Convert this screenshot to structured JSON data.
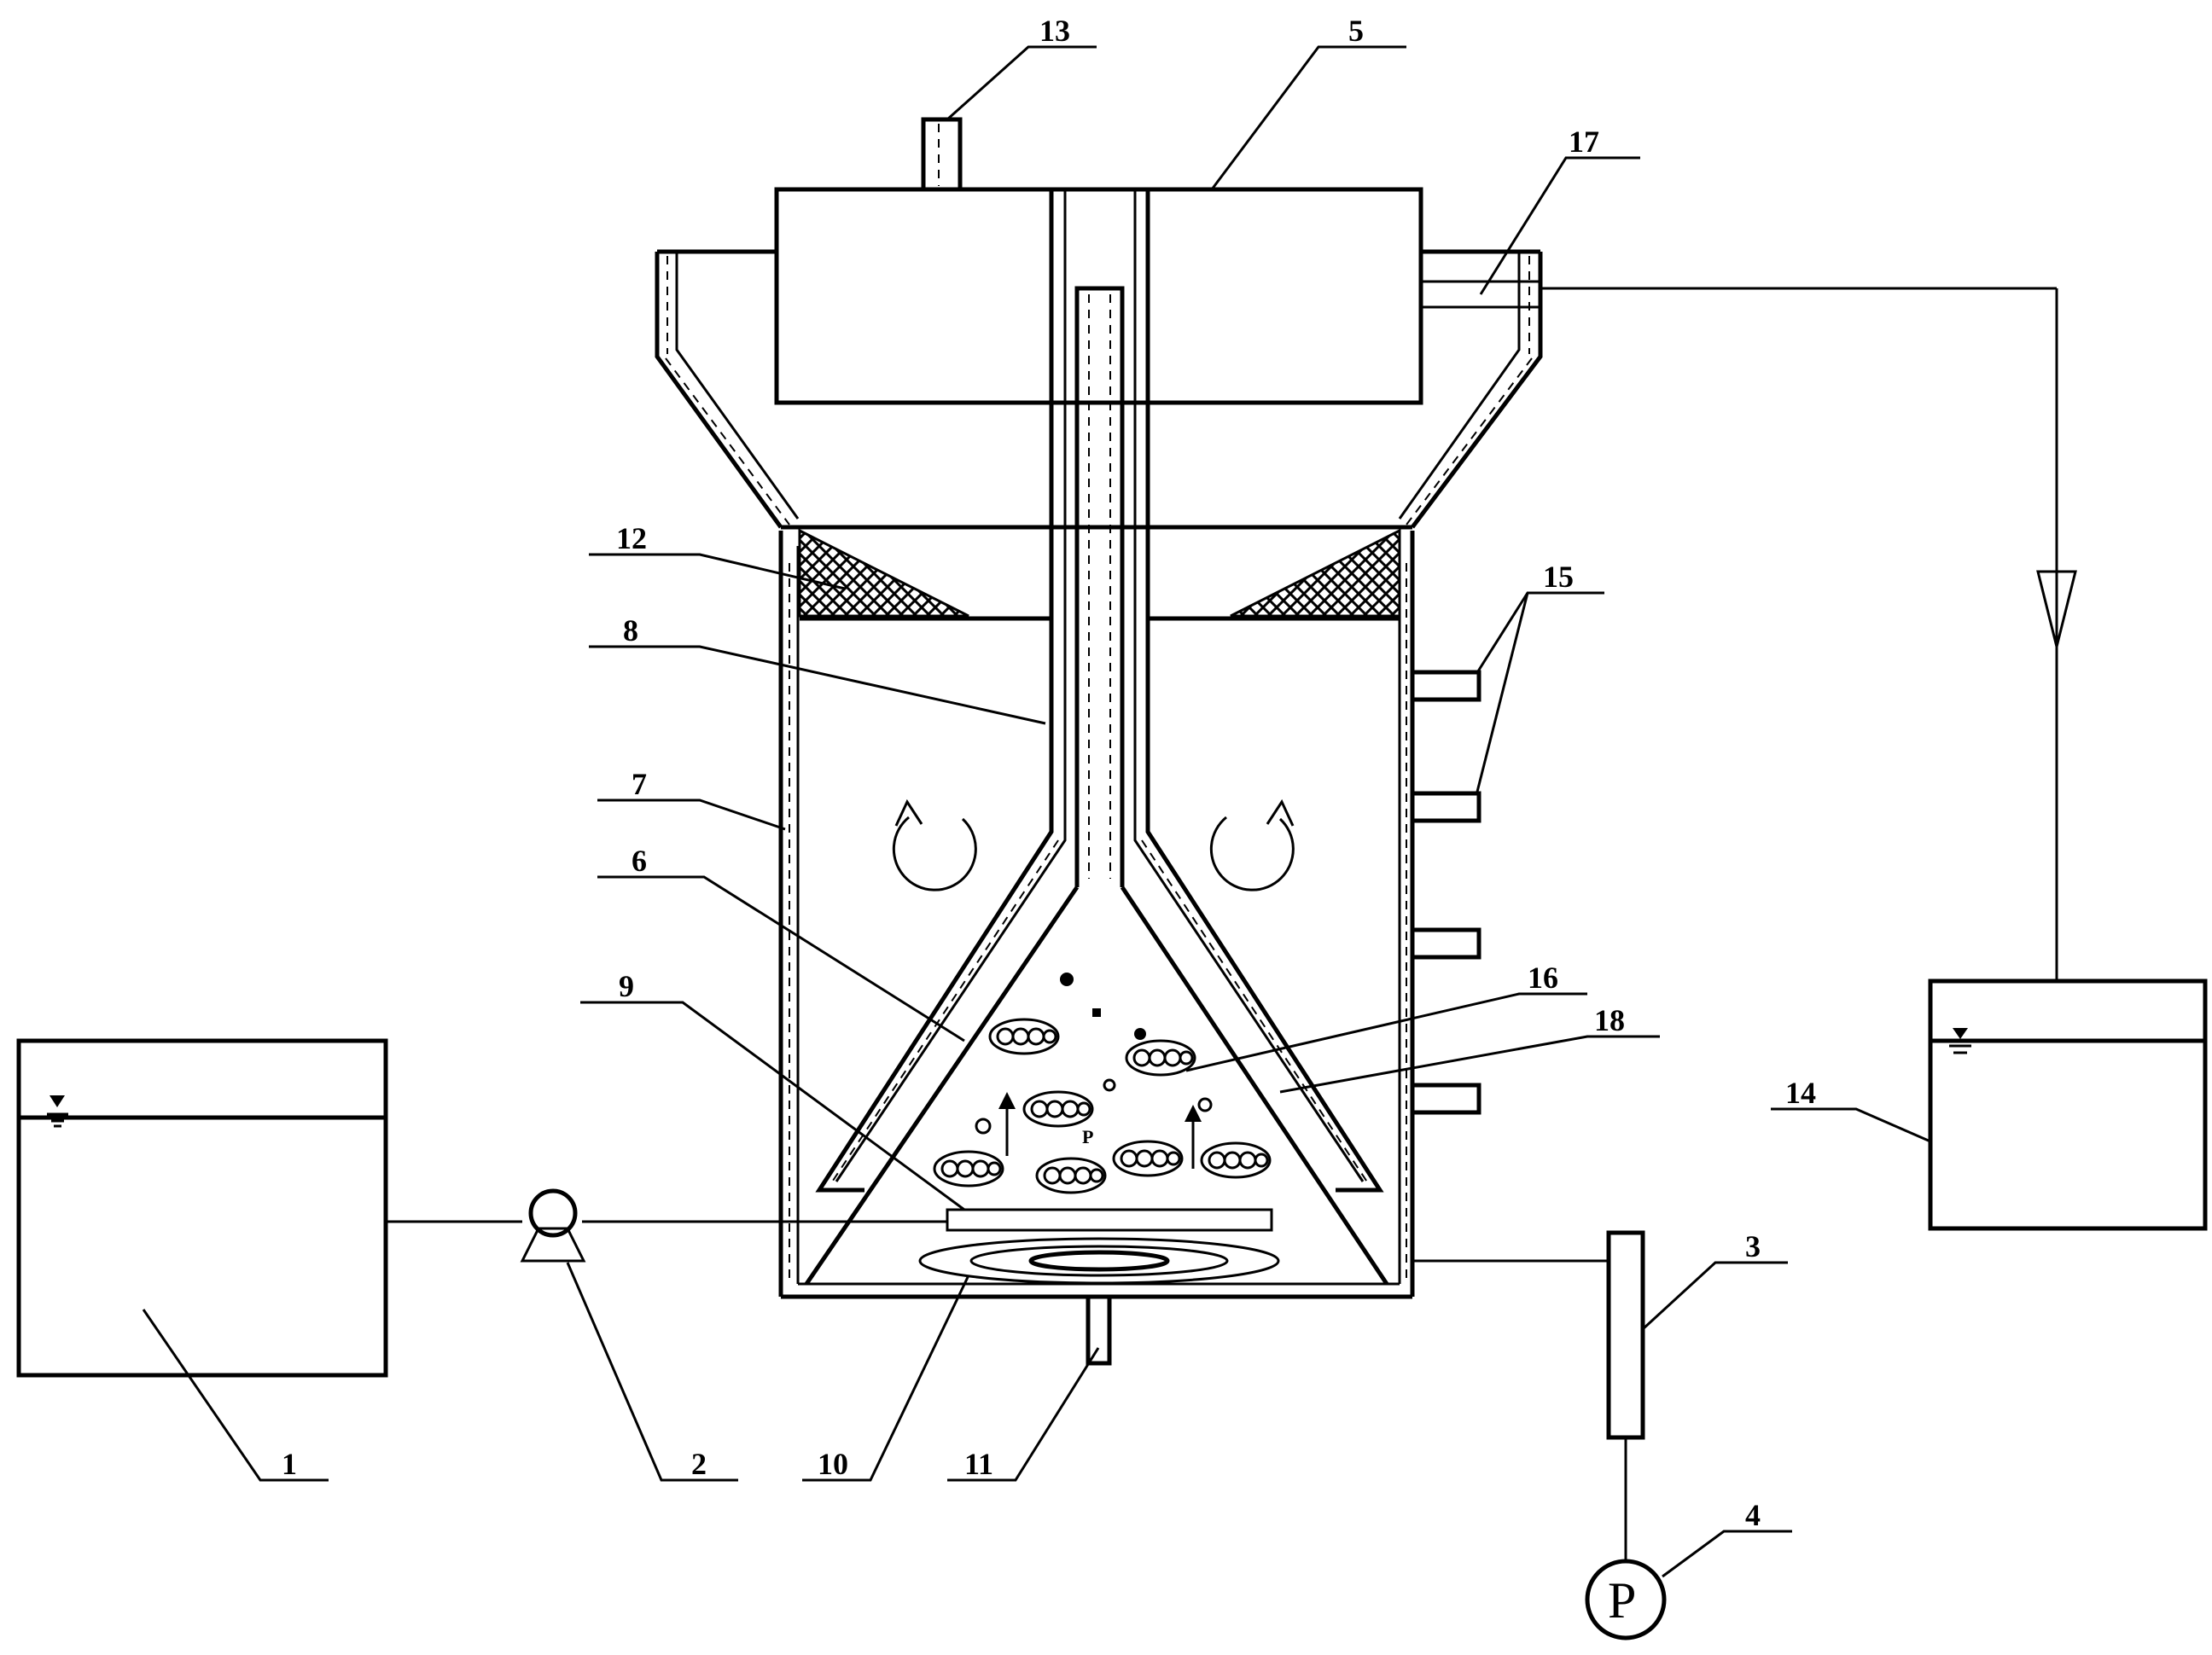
{
  "diagram": {
    "callouts": [
      {
        "id": "c1",
        "text": "1"
      },
      {
        "id": "c2",
        "text": "2"
      },
      {
        "id": "c3",
        "text": "3"
      },
      {
        "id": "c4",
        "text": "4"
      },
      {
        "id": "c5",
        "text": "5"
      },
      {
        "id": "c6",
        "text": "6"
      },
      {
        "id": "c7",
        "text": "7"
      },
      {
        "id": "c8",
        "text": "8"
      },
      {
        "id": "c9",
        "text": "9"
      },
      {
        "id": "c10",
        "text": "10"
      },
      {
        "id": "c11",
        "text": "11"
      },
      {
        "id": "c12",
        "text": "12"
      },
      {
        "id": "c13",
        "text": "13"
      },
      {
        "id": "c14",
        "text": "14"
      },
      {
        "id": "c15",
        "text": "15"
      },
      {
        "id": "c16",
        "text": "16"
      },
      {
        "id": "c17",
        "text": "17"
      },
      {
        "id": "c18",
        "text": "18"
      }
    ],
    "pressure_gauge_symbol": "P",
    "particle_label": "P"
  }
}
